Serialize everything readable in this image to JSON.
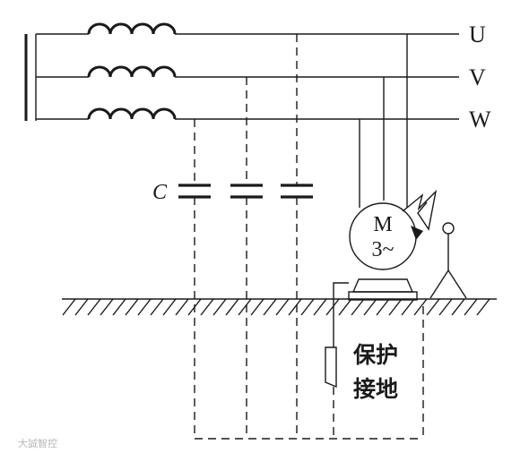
{
  "diagram": {
    "phases": [
      "U",
      "V",
      "W"
    ],
    "capacitor_label": "C",
    "motor": {
      "line1": "M",
      "line2": "3~"
    },
    "grounding_label": {
      "line1": "保护",
      "line2": "接地"
    },
    "watermark": "大誠智控"
  },
  "colors": {
    "ink": "#1a1a1a",
    "background": "#ffffff",
    "watermark": "#b8b8b8"
  }
}
